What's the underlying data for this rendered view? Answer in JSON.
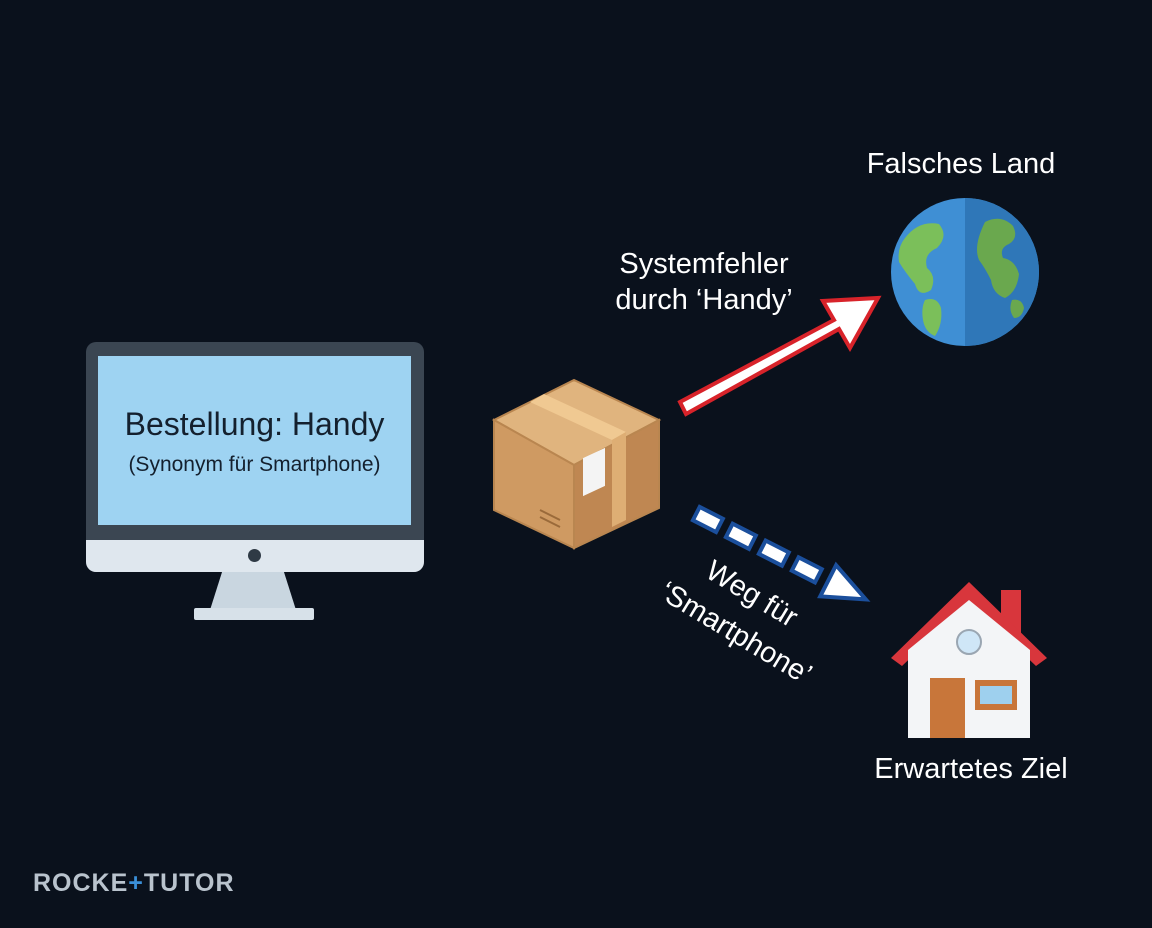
{
  "monitor": {
    "title": "Bestellung: Handy",
    "subtitle": "(Synonym für Smartphone)"
  },
  "destinations": {
    "wrong": {
      "label": "Falsches Land",
      "icon": "globe-icon"
    },
    "expected": {
      "label": "Erwartetes Ziel",
      "icon": "house-icon"
    }
  },
  "routes": {
    "error": {
      "line1": "Systemfehler",
      "line2": "durch ‘Handy’",
      "color": "#d8232a"
    },
    "correct": {
      "line1": "Weg für",
      "line2": "‘Smartphone’",
      "color": "#1b4f9c"
    }
  },
  "logo": {
    "part1": "ROCKE",
    "plus": "+",
    "part2": "TUTO",
    "tail": "R",
    "plus_color": "#3a8fd8"
  }
}
